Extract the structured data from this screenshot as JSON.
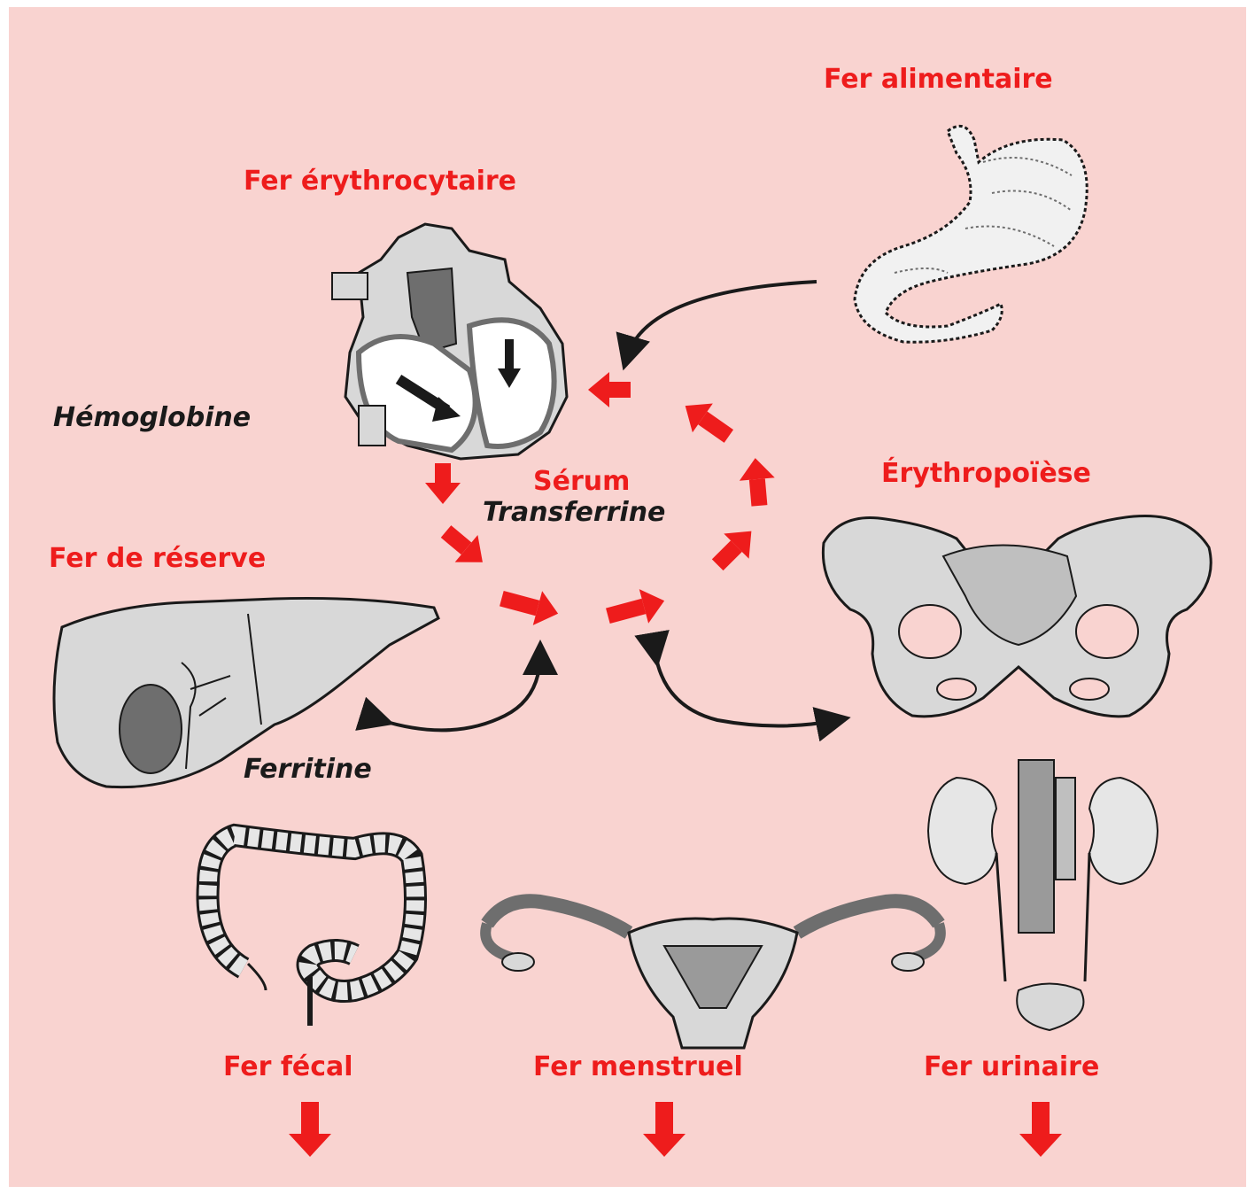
{
  "colors": {
    "background": "#f9d3d0",
    "label_red": "#ee1c1c",
    "arrow_red": "#ee1c1c",
    "ink": "#1a1a1a",
    "organ_fill": "#d8d8d8",
    "organ_dark": "#6e6e6e"
  },
  "labels": {
    "fer_erythrocytaire": "Fer érythrocytaire",
    "fer_alimentaire": "Fer alimentaire",
    "hemoglobine": "Hémoglobine",
    "serum": "Sérum",
    "transferrine": "Transferrine",
    "erythropoiese": "Érythropoïèse",
    "fer_de_reserve": "Fer de réserve",
    "ferritine": "Ferritine",
    "fer_fecal": "Fer fécal",
    "fer_menstruel": "Fer menstruel",
    "fer_urinaire": "Fer urinaire"
  },
  "illustrations": {
    "heart": "heart-illustration",
    "stomach": "stomach-illustration",
    "liver": "liver-illustration",
    "pelvis": "pelvis-illustration",
    "colon": "colon-illustration",
    "uterus": "uterus-illustration",
    "kidneys": "kidneys-illustration"
  }
}
